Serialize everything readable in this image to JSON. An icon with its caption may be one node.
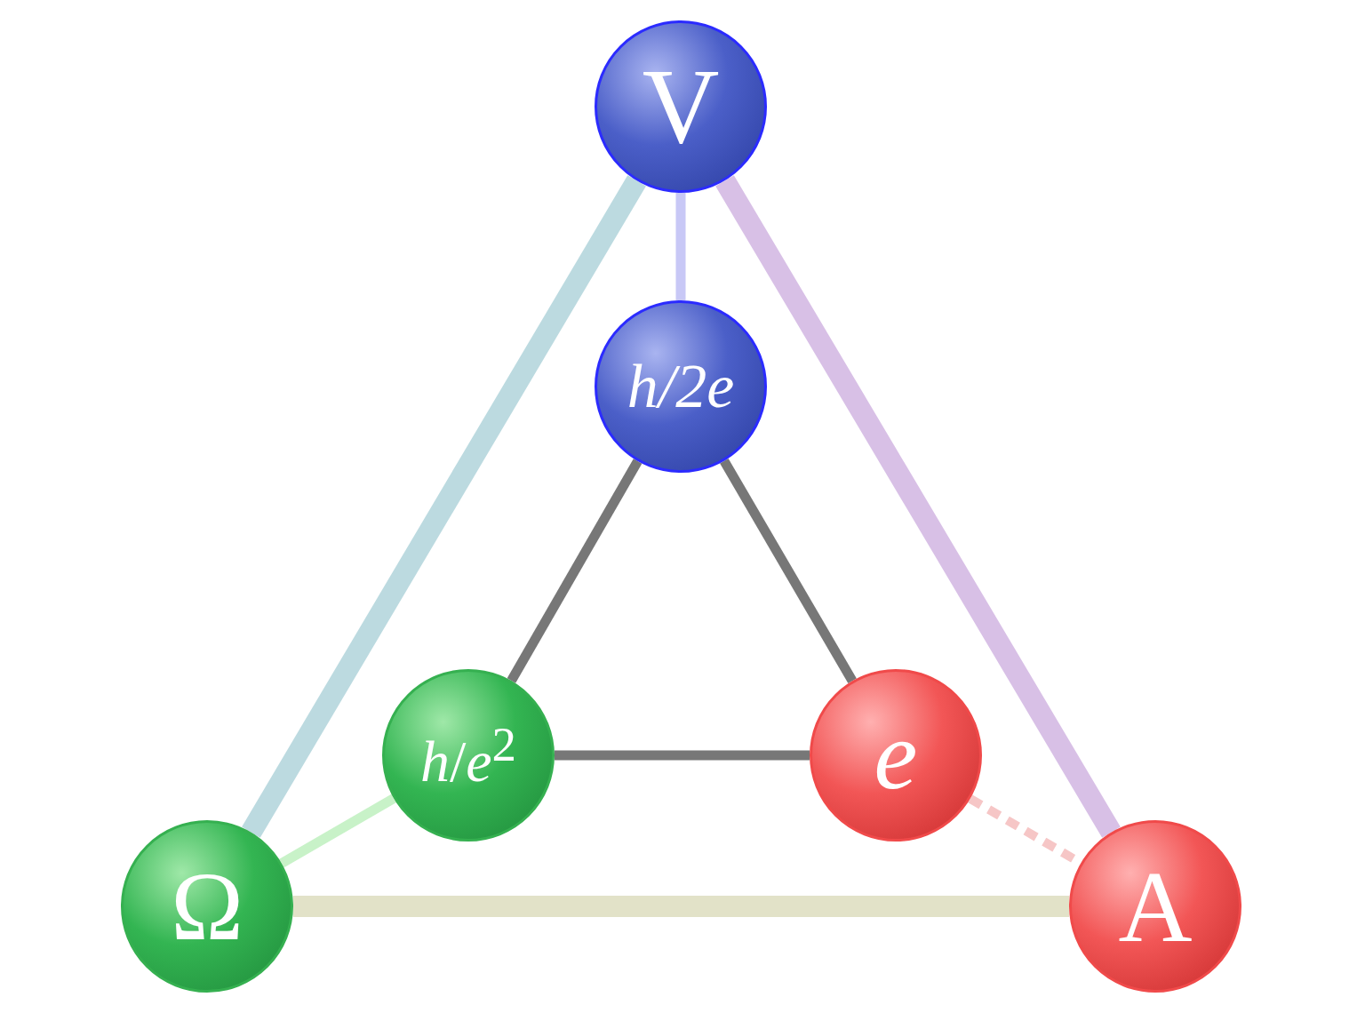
{
  "diagram": {
    "nodes": [
      {
        "text": [
          "V"
        ]
      },
      {
        "text": [
          "h/2e"
        ]
      },
      {
        "text": [
          "*h*/*e*$^{2}$"
        ]
      },
      {
        "text": [
          "e"
        ]
      },
      {
        "text": [
          "Ω"
        ]
      },
      {
        "text": [
          "A"
        ]
      }
    ],
    "edges": [
      {
        "from": 0,
        "to": 4,
        "arrow": "none",
        "style": "thick",
        "color": "#bcdae0"
      },
      {
        "from": 0,
        "to": 5,
        "arrow": "none",
        "style": "thick",
        "color": "#d8c0e6"
      },
      {
        "from": 4,
        "to": 5,
        "arrow": "none",
        "style": "thick",
        "color": "#e2e2c8"
      },
      {
        "from": 0,
        "to": 1,
        "arrow": "none",
        "color": "#c8c8f6"
      },
      {
        "from": 1,
        "to": 2,
        "arrow": "none"
      },
      {
        "from": 1,
        "to": 3,
        "arrow": "none"
      },
      {
        "from": 2,
        "to": 3,
        "arrow": "none"
      },
      {
        "from": 4,
        "to": 2,
        "arrow": "none",
        "color": "#c8f2c8"
      },
      {
        "from": 3,
        "to": 5,
        "arrow": "none",
        "style": "dashed",
        "color": "#f6c6c6"
      }
    ]
  }
}
